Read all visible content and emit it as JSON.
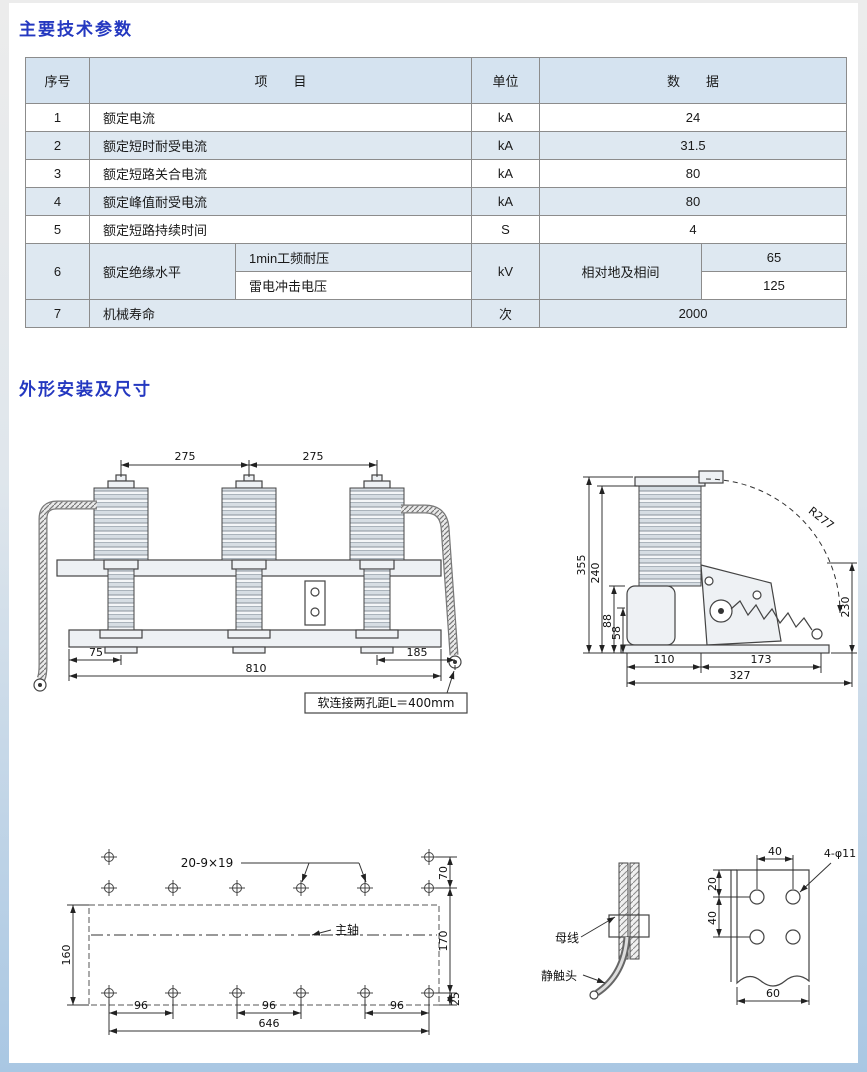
{
  "page": {
    "section1_title": "主要技术参数",
    "section2_title": "外形安装及尺寸"
  },
  "table": {
    "header": {
      "no": "序号",
      "item": "项　　目",
      "unit": "单位",
      "data": "数　　据"
    },
    "rows": [
      {
        "no": "1",
        "item": "额定电流",
        "unit": "kA",
        "value": "24"
      },
      {
        "no": "2",
        "item": "额定短时耐受电流",
        "unit": "kA",
        "value": "31.5"
      },
      {
        "no": "3",
        "item": "额定短路关合电流",
        "unit": "kA",
        "value": "80"
      },
      {
        "no": "4",
        "item": "额定峰值耐受电流",
        "unit": "kA",
        "value": "80"
      },
      {
        "no": "5",
        "item": "额定短路持续时间",
        "unit": "S",
        "value": "4"
      }
    ],
    "row6": {
      "no": "6",
      "item": "额定绝缘水平",
      "sub1": "1min工频耐压",
      "sub2": "雷电冲击电压",
      "unit": "kV",
      "scope": "相对地及相间",
      "value1": "65",
      "value2": "125"
    },
    "row7": {
      "no": "7",
      "item": "机械寿命",
      "unit": "次",
      "value": "2000"
    }
  },
  "drawings": {
    "front": {
      "dim_span_left": "275",
      "dim_span_right": "275",
      "dim_75": "75",
      "dim_810": "810",
      "dim_185": "185",
      "note": "软连接两孔距L＝400mm"
    },
    "side": {
      "dim_355": "355",
      "dim_240": "240",
      "dim_88": "88",
      "dim_58": "58",
      "radius": "R277",
      "dim_230": "230",
      "dim_110": "110",
      "dim_173": "173",
      "dim_327": "327"
    },
    "plan": {
      "holes_label": "20-9×19",
      "axis_label": "主轴",
      "dim_70": "70",
      "dim_170": "170",
      "dim_160": "160",
      "dim_25": "25",
      "dim_96": "96",
      "dim_646": "646"
    },
    "contact": {
      "busbar_label": "母线",
      "contact_label": "静触头"
    },
    "bracket": {
      "dim_40_top": "40",
      "holes_label": "4-φ11",
      "dim_20": "20",
      "dim_40_left": "40",
      "dim_60": "60"
    }
  }
}
